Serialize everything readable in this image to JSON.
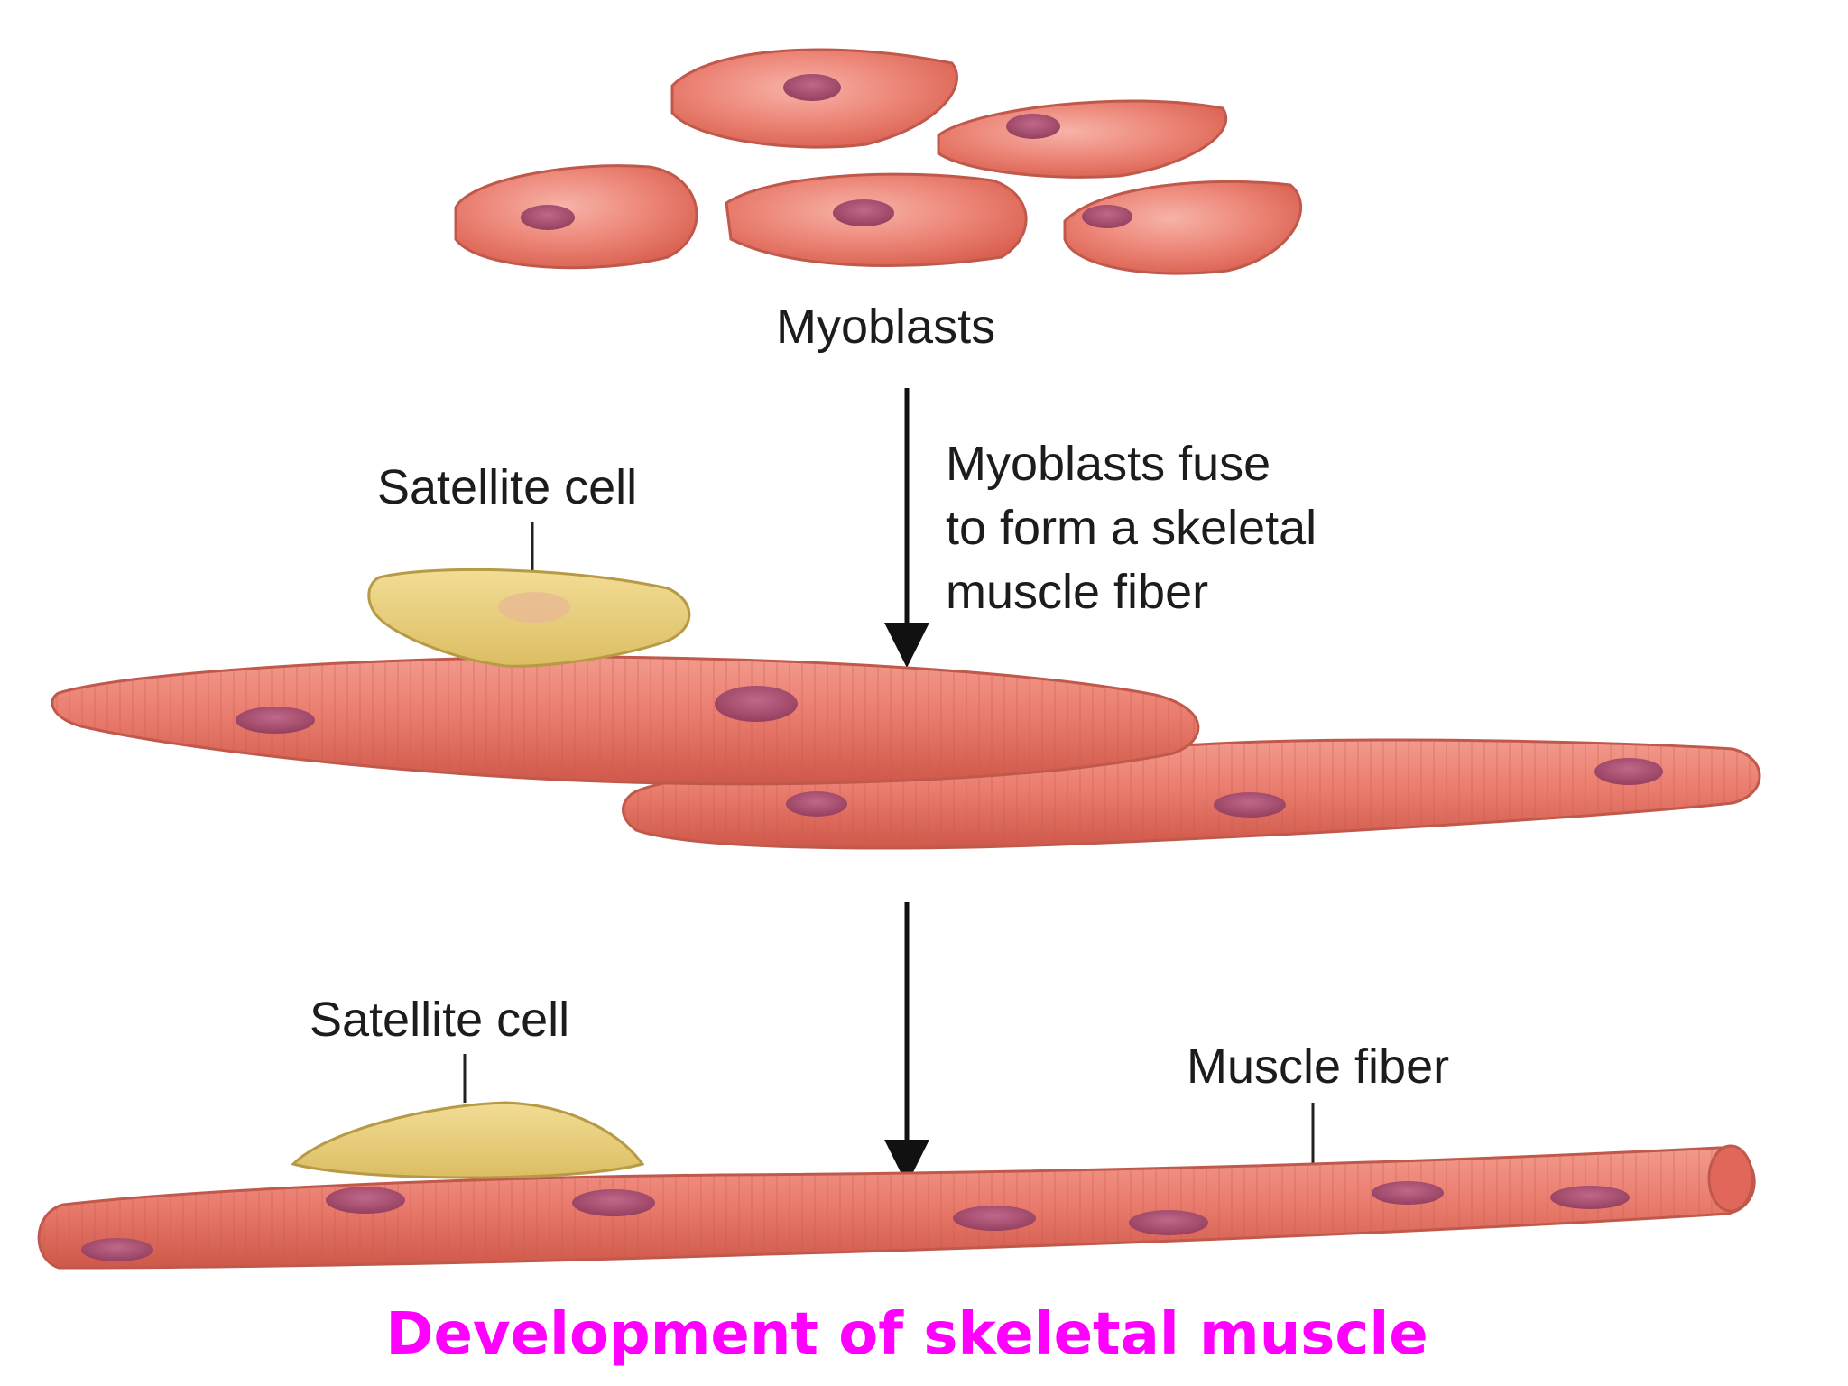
{
  "labels": {
    "myoblasts": "Myoblasts",
    "fuse_line1": "Myoblasts fuse",
    "fuse_line2": "to form a skeletal",
    "fuse_line3": "muscle fiber",
    "satellite_cell_top": "Satellite cell",
    "satellite_cell_bottom": "Satellite cell",
    "muscle_fiber": "Muscle fiber"
  },
  "caption": "Development of skeletal muscle",
  "colors": {
    "cell_fill": "#e8786b",
    "cell_light": "#f4a397",
    "cell_edge": "#b9463c",
    "nucleus": "#a5486a",
    "satellite_fill": "#e8cf7b",
    "satellite_edge": "#b79a45",
    "caption": "#ff00ff",
    "text": "#1c1c1c"
  }
}
